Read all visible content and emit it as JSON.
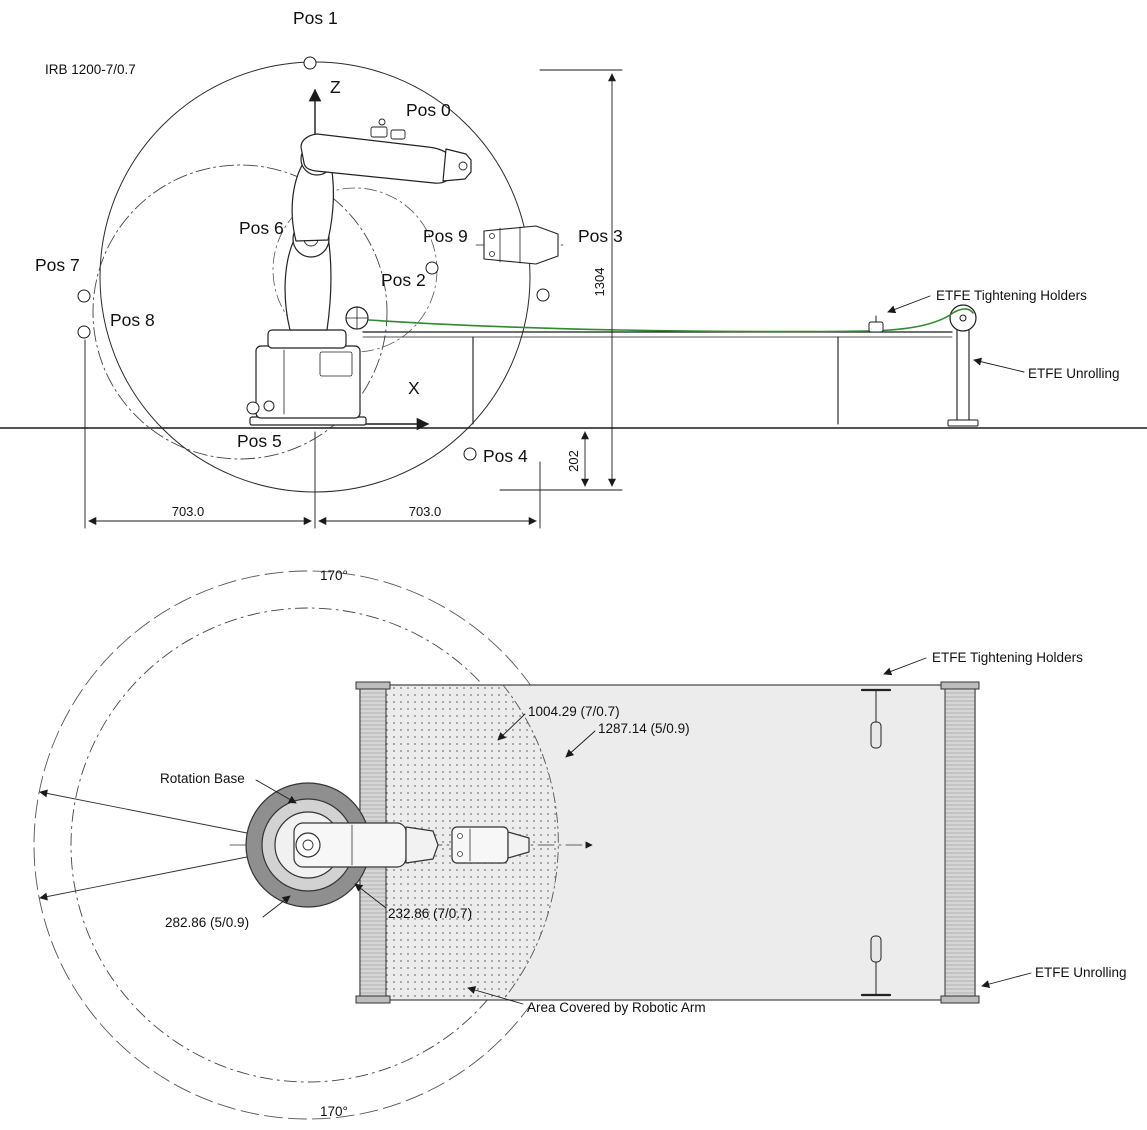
{
  "side_view": {
    "model": "IRB 1200-7/0.7",
    "axes": {
      "z": "Z",
      "x": "X"
    },
    "positions": {
      "pos0": "Pos 0",
      "pos1": "Pos 1",
      "pos2": "Pos 2",
      "pos3": "Pos 3",
      "pos4": "Pos 4",
      "pos5": "Pos 5",
      "pos6": "Pos 6",
      "pos7": "Pos 7",
      "pos8": "Pos 8",
      "pos9": "Pos 9"
    },
    "dimensions": {
      "vertical_reach": "1304",
      "base_offset": "202",
      "reach_left": "703.0",
      "reach_right": "703.0"
    },
    "callouts": {
      "tightening_holders": "ETFE Tightening Holders",
      "unrolling": "ETFE Unrolling"
    }
  },
  "top_view": {
    "sweep_angle_top": "170°",
    "sweep_angle_bottom": "170°",
    "radii": {
      "outer_7": "1004.29 (7/0.7)",
      "outer_5": "1287.14 (5/0.9)",
      "inner_5": "282.86 (5/0.9)",
      "inner_7": "232.86 (7/0.7)"
    },
    "callouts": {
      "rotation_base": "Rotation Base",
      "tightening_holders": "ETFE Tightening Holders",
      "unrolling": "ETFE Unrolling",
      "area_covered": "Area Covered by Robotic Arm"
    }
  },
  "colors": {
    "line": "#1a1a1a",
    "film_green": "#2e8b2e",
    "table_fill": "#ececec",
    "base_ring": "#8f8f8f"
  }
}
